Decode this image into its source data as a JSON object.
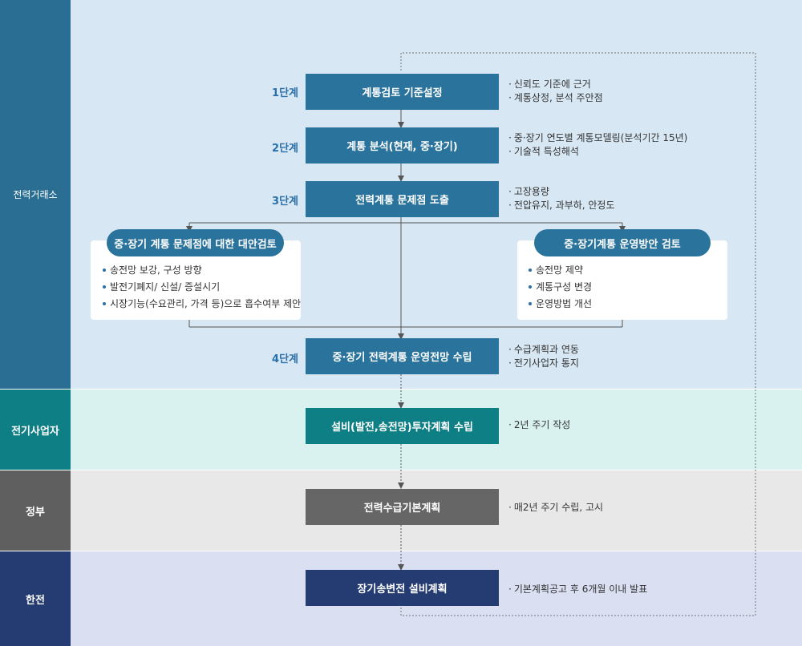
{
  "lanes": {
    "kpx": "전력거래소",
    "gen": "전기사업자",
    "gov": "정부",
    "kepco": "한전"
  },
  "steps": {
    "s1": "1단계",
    "s2": "2단계",
    "s3": "3단계",
    "s4": "4단계"
  },
  "boxes": {
    "b1": "계통검토 기준설정",
    "b2": "계통 분석(현재, 중·장기)",
    "b3": "전력계통 문제점 도출",
    "b4": "중·장기 전력계통 운영전망 수립",
    "b5": "설비(발전,송전망)투자계획 수립",
    "b6": "전력수급기본계획",
    "b7": "장기송변전 설비계획"
  },
  "notes": {
    "n1": [
      "신뢰도 기준에 근거",
      "계통상정, 분석 주안점"
    ],
    "n2": [
      "중·장기 연도별 계통모델링(분석기간 15년)",
      "기술적 특성해석"
    ],
    "n3": [
      "고장용량",
      "전압유지, 과부하, 안정도"
    ],
    "n4": [
      "수급계획과 연동",
      "전기사업자 통지"
    ],
    "n5": [
      "2년 주기 작성"
    ],
    "n6": [
      "매2년 주기 수립, 고시"
    ],
    "n7": [
      "기본계획공고 후 6개월 이내 발표"
    ]
  },
  "panels": {
    "left": {
      "title": "중·장기 계통 문제점에 대한 대안검토",
      "items": [
        "송전망 보강, 구성 방향",
        "발전기폐지/ 신설/ 증설시기",
        "시장기능(수요관리, 가격 등)으로 흡수여부 제안"
      ]
    },
    "right": {
      "title": "중·장기계통 운영방안 검토",
      "items": [
        "송전망 제약",
        "계통구성 변경",
        "운영방법 개선"
      ]
    }
  },
  "colors": {
    "accent_blue": "#2a739c",
    "teal": "#0f7f86",
    "gray": "#666666",
    "navy": "#253c72"
  }
}
